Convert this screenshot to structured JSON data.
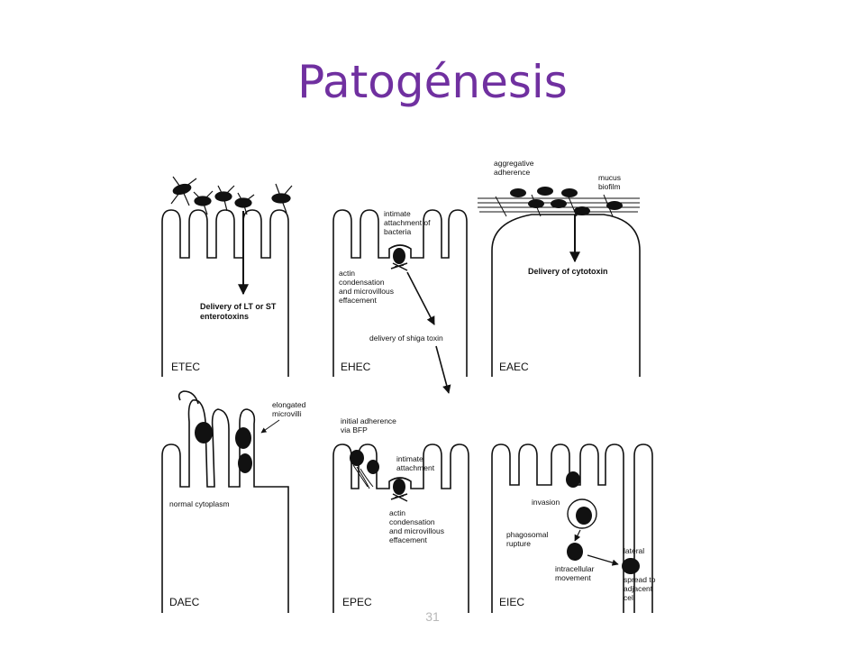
{
  "slide": {
    "title": "Patogénesis",
    "slide_number": "31"
  },
  "diagram": {
    "panels": {
      "etec": "ETEC",
      "ehec": "EHEC",
      "eaec": "EAEC",
      "daec": "DAEC",
      "epec": "EPEC",
      "eiec": "EIEC"
    },
    "etec": {
      "delivery_line1": "Delivery of LT or ST",
      "delivery_line2": "enterotoxins"
    },
    "ehec": {
      "intimate_line1": "intimate",
      "intimate_line2": "attachment of",
      "intimate_line3": "bacteria",
      "actin_line1": "actin",
      "actin_line2": "condensation",
      "actin_line3": "and microvillous",
      "actin_line4": "effacement",
      "shiga": "delivery of shiga toxin"
    },
    "eaec": {
      "aggregative_line1": "aggregative",
      "aggregative_line2": "adherence",
      "mucus_line1": "mucus",
      "mucus_line2": "biofilm",
      "cytotoxin": "Delivery of cytotoxin"
    },
    "daec": {
      "elongated_line1": "elongated",
      "elongated_line2": "microvilli",
      "cytoplasm": "normal cytoplasm"
    },
    "epec": {
      "initial_line1": "initial adherence",
      "initial_line2": "via BFP",
      "intimate_line1": "intimate",
      "intimate_line2": "attachment",
      "actin_line1": "actin",
      "actin_line2": "condensation",
      "actin_line3": "and microvillous",
      "actin_line4": "effacement"
    },
    "eiec": {
      "invasion": "invasion",
      "phago_line1": "phagosomal",
      "phago_line2": "rupture",
      "intra_line1": "intracellular",
      "intra_line2": "movement",
      "lateral_line1": "lateral",
      "lateral_line2": "spread to",
      "lateral_line3": "adjacent",
      "lateral_line4": "cell"
    }
  }
}
